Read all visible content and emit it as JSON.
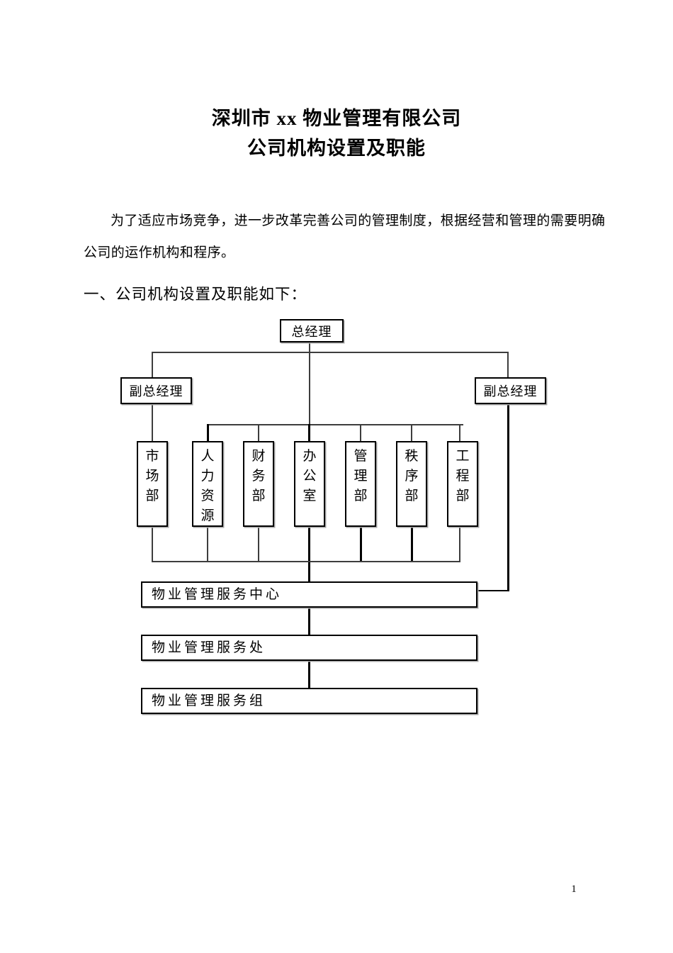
{
  "document": {
    "title_line1": "深圳市 xx 物业管理有限公司",
    "title_line2": "公司机构设置及职能",
    "paragraph_line1": "为了适应市场竞争，进一步改革完善公司的管理制度，根据经营和管理的需要明确",
    "paragraph_line2": "公司的运作机构和程序。",
    "section_heading": "一、公司机构设置及职能如下：",
    "page_number": "1"
  },
  "org_chart": {
    "type": "organization-diagram",
    "root": {
      "label": "总经理"
    },
    "deputies": [
      {
        "label": "副总经理"
      },
      {
        "label": "副总经理"
      }
    ],
    "departments": [
      {
        "label": "市场部"
      },
      {
        "label": "人力资源"
      },
      {
        "label": "财务部"
      },
      {
        "label": "办公室"
      },
      {
        "label": "管理部"
      },
      {
        "label": "秩序部"
      },
      {
        "label": "工程部"
      }
    ],
    "service_levels": [
      {
        "label": "物业管理服务中心"
      },
      {
        "label": "物业管理服务处"
      },
      {
        "label": "物业管理服务组"
      }
    ]
  },
  "colors": {
    "background": "#ffffff",
    "text": "#000000",
    "box_border": "#000000",
    "connector_line": "#3d3d3d"
  }
}
